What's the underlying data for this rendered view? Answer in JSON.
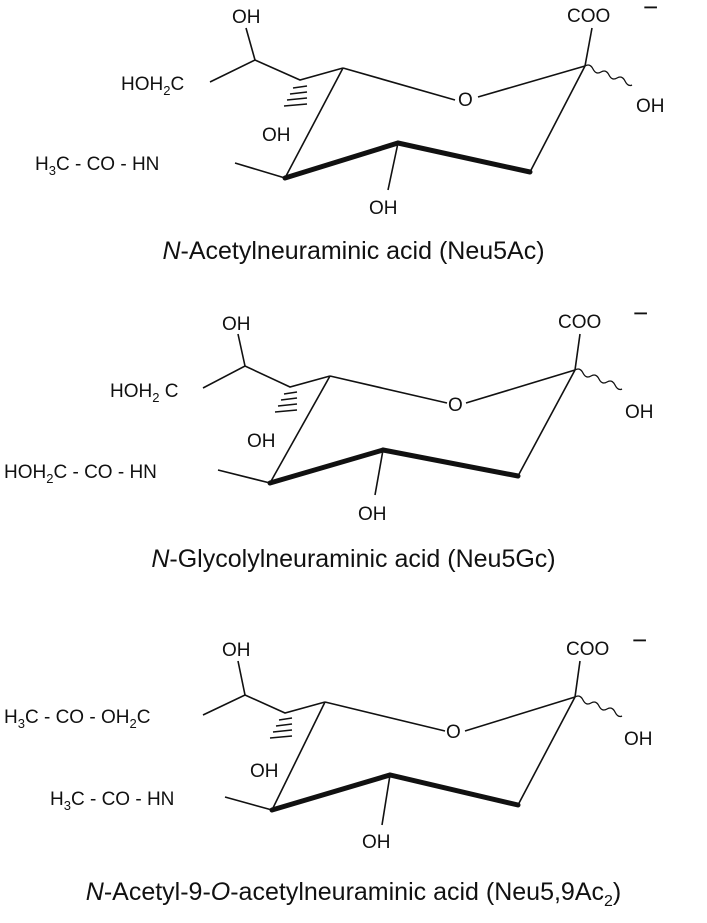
{
  "structures": [
    {
      "id": "neu5ac",
      "labels": {
        "oh_top": "OH",
        "c9": "HOH",
        "c9_sub": "2",
        "c9_tail": "C",
        "oh_c7": "OH",
        "n_sub_pre": "H",
        "n_sub_pre_sub": "3",
        "n_sub_post": "C - CO - HN",
        "oh_c4": "OH",
        "ring_o": "O",
        "coo": "COO",
        "charge": "−",
        "oh_c2": "OH"
      },
      "caption": {
        "italic": "N",
        "rest": "-Acetylneuraminic acid (Neu5Ac)"
      }
    },
    {
      "id": "neu5gc",
      "labels": {
        "oh_top": "OH",
        "c9": "HOH",
        "c9_sub": "2",
        "c9_tail": " C",
        "oh_c7": "OH",
        "n_sub_pre": "HOH",
        "n_sub_pre_sub": "2",
        "n_sub_post": "C - CO - HN",
        "oh_c4": "OH",
        "ring_o": "O",
        "coo": "COO",
        "charge": "−",
        "oh_c2": "OH"
      },
      "caption": {
        "italic": "N",
        "rest": "-Glycolylneuraminic acid (Neu5Gc)"
      }
    },
    {
      "id": "neu5_9ac2",
      "labels": {
        "oh_top": "OH",
        "c9": "H",
        "c9_sub": "3",
        "c9_tail": "C - CO - OH",
        "c9_sub2": "2",
        "c9_tail2": "C",
        "oh_c7": "OH",
        "n_sub_pre": "H",
        "n_sub_pre_sub": "3",
        "n_sub_post": "C - CO - HN",
        "oh_c4": "OH",
        "ring_o": "O",
        "coo": "COO",
        "charge": "−",
        "oh_c2": "OH"
      },
      "caption": {
        "italic1": "N",
        "mid1": "-Acetyl-9-",
        "italic2": "O",
        "mid2": "-acetylneuraminic acid (Neu5,9Ac",
        "sub": "2",
        "end": ")"
      }
    }
  ]
}
